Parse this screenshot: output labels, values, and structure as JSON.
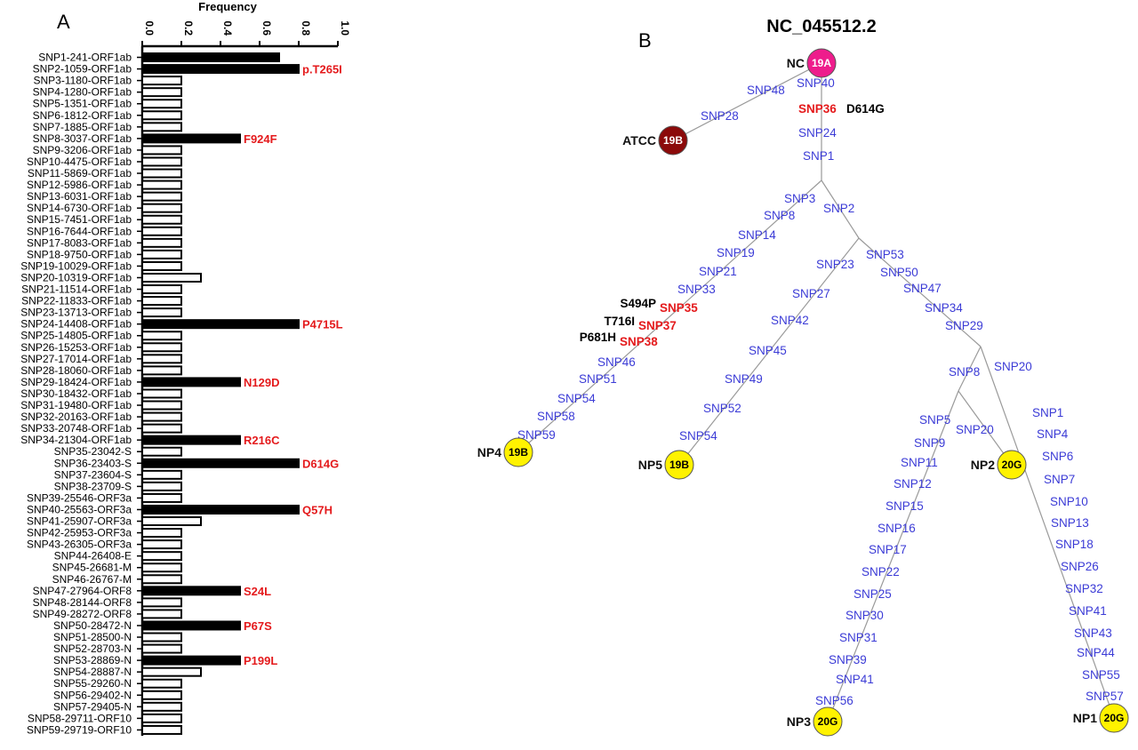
{
  "panels": {
    "a": "A",
    "b": "B"
  },
  "chart_data": {
    "type": "bar",
    "orientation": "horizontal",
    "xlabel": "Frequency",
    "xlim": [
      0,
      1.0
    ],
    "xticks": [
      "0.0",
      "0.2",
      "0.4",
      "0.6",
      "0.8",
      "1.0"
    ],
    "grid": false,
    "categories": [
      "SNP1-241-ORF1ab",
      "SNP2-1059-ORF1ab",
      "SNP3-1180-ORF1ab",
      "SNP4-1280-ORF1ab",
      "SNP5-1351-ORF1ab",
      "SNP6-1812-ORF1ab",
      "SNP7-1885-ORF1ab",
      "SNP8-3037-ORF1ab",
      "SNP9-3206-ORF1ab",
      "SNP10-4475-ORF1ab",
      "SNP11-5869-ORF1ab",
      "SNP12-5986-ORF1ab",
      "SNP13-6031-ORF1ab",
      "SNP14-6730-ORF1ab",
      "SNP15-7451-ORF1ab",
      "SNP16-7644-ORF1ab",
      "SNP17-8083-ORF1ab",
      "SNP18-9750-ORF1ab",
      "SNP19-10029-ORF1ab",
      "SNP20-10319-ORF1ab",
      "SNP21-11514-ORF1ab",
      "SNP22-11833-ORF1ab",
      "SNP23-13713-ORF1ab",
      "SNP24-14408-ORF1ab",
      "SNP25-14805-ORF1ab",
      "SNP26-15253-ORF1ab",
      "SNP27-17014-ORF1ab",
      "SNP28-18060-ORF1ab",
      "SNP29-18424-ORF1ab",
      "SNP30-18432-ORF1ab",
      "SNP31-19480-ORF1ab",
      "SNP32-20163-ORF1ab",
      "SNP33-20748-ORF1ab",
      "SNP34-21304-ORF1ab",
      "SNP35-23042-S",
      "SNP36-23403-S",
      "SNP37-23604-S",
      "SNP38-23709-S",
      "SNP39-25546-ORF3a",
      "SNP40-25563-ORF3a",
      "SNP41-25907-ORF3a",
      "SNP42-25953-ORF3a",
      "SNP43-26305-ORF3a",
      "SNP44-26408-E",
      "SNP45-26681-M",
      "SNP46-26767-M",
      "SNP47-27964-ORF8",
      "SNP48-28144-ORF8",
      "SNP49-28272-ORF8",
      "SNP50-28472-N",
      "SNP51-28500-N",
      "SNP52-28703-N",
      "SNP53-28869-N",
      "SNP54-28887-N",
      "SNP55-29260-N",
      "SNP56-29402-N",
      "SNP57-29405-N",
      "SNP58-29711-ORF10",
      "SNP59-29719-ORF10"
    ],
    "values": [
      0.7,
      0.8,
      0.2,
      0.2,
      0.2,
      0.2,
      0.2,
      0.5,
      0.2,
      0.2,
      0.2,
      0.2,
      0.2,
      0.2,
      0.2,
      0.2,
      0.2,
      0.2,
      0.2,
      0.3,
      0.2,
      0.2,
      0.2,
      0.8,
      0.2,
      0.2,
      0.2,
      0.2,
      0.5,
      0.2,
      0.2,
      0.2,
      0.2,
      0.5,
      0.2,
      0.8,
      0.2,
      0.2,
      0.2,
      0.8,
      0.3,
      0.2,
      0.2,
      0.2,
      0.2,
      0.2,
      0.5,
      0.2,
      0.2,
      0.5,
      0.2,
      0.2,
      0.5,
      0.3,
      0.2,
      0.2,
      0.2,
      0.2,
      0.2
    ],
    "filled": [
      true,
      true,
      false,
      false,
      false,
      false,
      false,
      true,
      false,
      false,
      false,
      false,
      false,
      false,
      false,
      false,
      false,
      false,
      false,
      false,
      false,
      false,
      false,
      true,
      false,
      false,
      false,
      false,
      true,
      false,
      false,
      false,
      false,
      true,
      false,
      true,
      false,
      false,
      false,
      true,
      false,
      false,
      false,
      false,
      false,
      false,
      true,
      false,
      false,
      true,
      false,
      false,
      true,
      false,
      false,
      false,
      false,
      false,
      false
    ],
    "annotations": [
      {
        "index": 1,
        "text": "p.T265I"
      },
      {
        "index": 7,
        "text": "F924F"
      },
      {
        "index": 23,
        "text": "P4715L"
      },
      {
        "index": 28,
        "text": "N129D"
      },
      {
        "index": 33,
        "text": "R216C"
      },
      {
        "index": 35,
        "text": "D614G"
      },
      {
        "index": 39,
        "text": "Q57H"
      },
      {
        "index": 46,
        "text": "S24L"
      },
      {
        "index": 49,
        "text": "P67S"
      },
      {
        "index": 52,
        "text": "P199L"
      }
    ],
    "colors": {
      "filled": "#000000",
      "empty": "#ffffff",
      "annotation": "#e41a1c"
    }
  },
  "tree": {
    "title": "NC_045512.2",
    "colors": {
      "branch": "#9a9a9a",
      "snp": "#3b3bd6",
      "highlight": "#e41a1c",
      "clade_19A": "#ee1c8c",
      "clade_19B_ref": "#8b0a0a",
      "clade_sample": "#fff200"
    },
    "nodes": [
      {
        "id": "NC",
        "label": "NC",
        "clade": "19A",
        "style": "19A"
      },
      {
        "id": "ATCC",
        "label": "ATCC",
        "clade": "19B",
        "style": "ref19B"
      },
      {
        "id": "NP4",
        "label": "NP4",
        "clade": "19B",
        "style": "sample"
      },
      {
        "id": "NP5",
        "label": "NP5",
        "clade": "19B",
        "style": "sample"
      },
      {
        "id": "NP2",
        "label": "NP2",
        "clade": "20G",
        "style": "sample"
      },
      {
        "id": "NP3",
        "label": "NP3",
        "clade": "20G",
        "style": "sample"
      },
      {
        "id": "NP1",
        "label": "NP1",
        "clade": "20G",
        "style": "sample"
      }
    ],
    "branches": [
      {
        "id": "nc-atcc",
        "snps": [
          {
            "text": "SNP48"
          },
          {
            "text": "SNP28"
          }
        ]
      },
      {
        "id": "nc-root",
        "snps": [
          {
            "text": "SNP40"
          },
          {
            "text": "SNP36",
            "highlight": true,
            "mutation": "D614G"
          },
          {
            "text": "SNP24"
          },
          {
            "text": "SNP1"
          }
        ]
      },
      {
        "id": "root-np4",
        "snps": [
          {
            "text": "SNP3"
          },
          {
            "text": "SNP8"
          },
          {
            "text": "SNP14"
          },
          {
            "text": "SNP19"
          },
          {
            "text": "SNP21"
          },
          {
            "text": "SNP33"
          },
          {
            "text": "SNP35",
            "highlight": true,
            "mutation": "S494P"
          },
          {
            "text": "SNP37",
            "highlight": true,
            "mutation": "T716I"
          },
          {
            "text": "SNP38",
            "highlight": true,
            "mutation": "P681H"
          },
          {
            "text": "SNP46"
          },
          {
            "text": "SNP51"
          },
          {
            "text": "SNP54"
          },
          {
            "text": "SNP58"
          },
          {
            "text": "SNP59"
          }
        ]
      },
      {
        "id": "root-b",
        "snps": [
          {
            "text": "SNP2"
          }
        ]
      },
      {
        "id": "b-np5",
        "snps": [
          {
            "text": "SNP23"
          },
          {
            "text": "SNP27"
          },
          {
            "text": "SNP42"
          },
          {
            "text": "SNP45"
          },
          {
            "text": "SNP49"
          },
          {
            "text": "SNP52"
          },
          {
            "text": "SNP54"
          }
        ]
      },
      {
        "id": "b-c",
        "snps": [
          {
            "text": "SNP53"
          },
          {
            "text": "SNP50"
          },
          {
            "text": "SNP47"
          },
          {
            "text": "SNP34"
          },
          {
            "text": "SNP29"
          }
        ]
      },
      {
        "id": "c-d",
        "snps": [
          {
            "text": "SNP8"
          }
        ]
      },
      {
        "id": "c-np1",
        "snps": [
          {
            "text": "SNP20"
          },
          {
            "text": "SNP1"
          },
          {
            "text": "SNP4"
          },
          {
            "text": "SNP6"
          },
          {
            "text": "SNP7"
          },
          {
            "text": "SNP10"
          },
          {
            "text": "SNP13"
          },
          {
            "text": "SNP18"
          },
          {
            "text": "SNP26"
          },
          {
            "text": "SNP32"
          },
          {
            "text": "SNP41"
          },
          {
            "text": "SNP43"
          },
          {
            "text": "SNP44"
          },
          {
            "text": "SNP55"
          },
          {
            "text": "SNP57"
          }
        ]
      },
      {
        "id": "d-np2",
        "snps": [
          {
            "text": "SNP20"
          }
        ]
      },
      {
        "id": "d-np3",
        "snps": [
          {
            "text": "SNP5"
          },
          {
            "text": "SNP9"
          },
          {
            "text": "SNP11"
          },
          {
            "text": "SNP12"
          },
          {
            "text": "SNP15"
          },
          {
            "text": "SNP16"
          },
          {
            "text": "SNP17"
          },
          {
            "text": "SNP22"
          },
          {
            "text": "SNP25"
          },
          {
            "text": "SNP30"
          },
          {
            "text": "SNP31"
          },
          {
            "text": "SNP39"
          },
          {
            "text": "SNP41"
          },
          {
            "text": "SNP56"
          }
        ]
      }
    ]
  }
}
